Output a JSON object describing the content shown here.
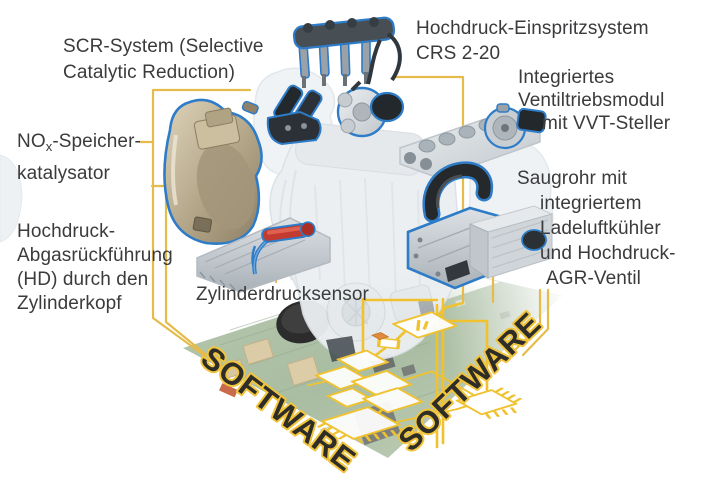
{
  "colors": {
    "accent_yellow": "#E5BC4B",
    "schematic_yellow": "#F0C230",
    "outline_blue": "#2E7CC7",
    "text_dark": "#3B3B3D",
    "software_fill": "#2E2D28",
    "software_outline": "#F0C43C",
    "pcb_green": "#A9BDA2"
  },
  "labels": {
    "scr": {
      "lines": [
        "SCR-System (Selective",
        "Catalytic Reduction)"
      ]
    },
    "nox": {
      "pre": "NO",
      "sub": "x",
      "post": "-Speicher-",
      "line2": "katalysator"
    },
    "agr_left": {
      "lines": [
        "Hochdruck-",
        "Abgasrückführung",
        "(HD) durch den",
        "Zylinderkopf"
      ]
    },
    "crs": {
      "lines": [
        "Hochdruck-Einspritzsystem",
        "CRS 2-20"
      ]
    },
    "vvt": {
      "lines": [
        "Integriertes",
        "Ventiltriebsmodul",
        "mit VVT-Steller"
      ]
    },
    "saugrohr": {
      "lines": [
        "Saugrohr mit",
        "integriertem",
        "Ladeluftkühler",
        "und Hochdruck-",
        "AGR-Ventil"
      ]
    },
    "zylinder": {
      "text": "Zylinderdrucksensor"
    }
  },
  "software": {
    "left": "SOFTWARE",
    "right": "SOFTWARE"
  }
}
